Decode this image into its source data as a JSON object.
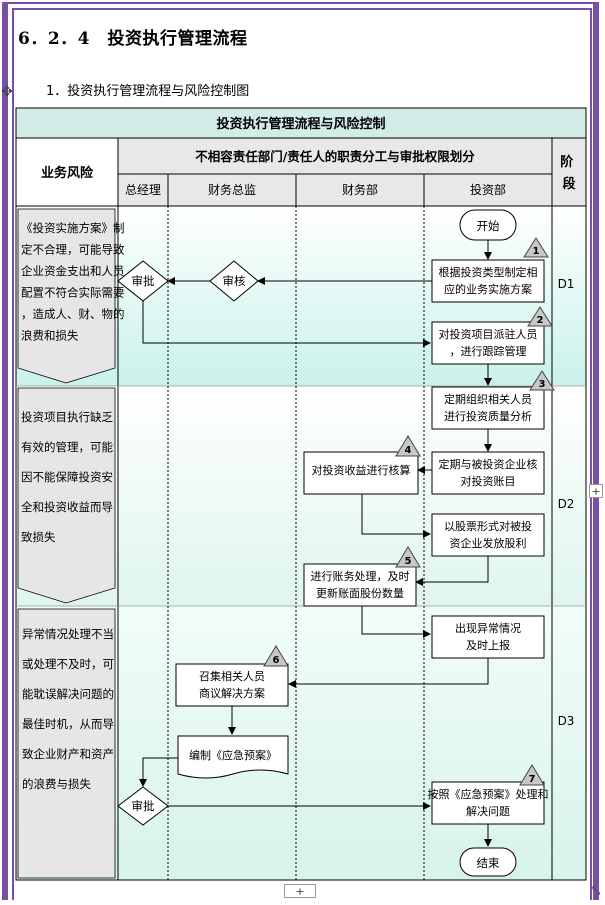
{
  "section_heading": "6．2．4　投资执行管理流程",
  "sub_heading": "1．投资执行管理流程与风险控制图",
  "table": {
    "title": "投资执行管理流程与风险控制",
    "risk_header": "业务风险",
    "division_header": "不相容责任部门/责任人的职责分工与审批权限划分",
    "stage_header": "阶段",
    "columns": [
      "总经理",
      "财务总监",
      "财务部",
      "投资部"
    ]
  },
  "risks": [
    "《投资实施方案》制定不合理，可能导致企业资金支出和人员配置不符合实际需要，造成人、财、物的浪费和损失",
    "投资项目执行缺乏有效的管理，可能因不能保障投资安全和投资收益而导致损失",
    "异常情况处理不当或处理不及时，可能耽误解决问题的最佳时机，从而导致企业财产和资产的浪费与损失"
  ],
  "stages": [
    "D1",
    "D2",
    "D3"
  ],
  "nodes": {
    "start": "开始",
    "end": "结束",
    "approve1": "审批",
    "review1": "审核",
    "approve2": "审批",
    "n1": "根据投资类型制定相应的业务实施方案",
    "n2": "对投资项目派驻人员，进行跟踪管理",
    "n3": "定期组织相关人员进行投资质量分析",
    "n4a": "对投资收益进行核算",
    "n4b": "定期与被投资企业核对投资账目",
    "n4c": "以股票形式对被投资企业发放股利",
    "n5": "进行账务处理，及时更新账面股份数量",
    "n6a": "出现异常情况及时上报",
    "n6b": "召集相关人员商议解决方案",
    "n6c": "编制《应急预案》",
    "n7": "按照《应急预案》处理和解决问题"
  },
  "markers": [
    "1",
    "2",
    "3",
    "4",
    "5",
    "6",
    "7"
  ],
  "handles": {
    "move": "✥",
    "add_right": "+",
    "add_bottom": "+",
    "resize": "⤡"
  }
}
